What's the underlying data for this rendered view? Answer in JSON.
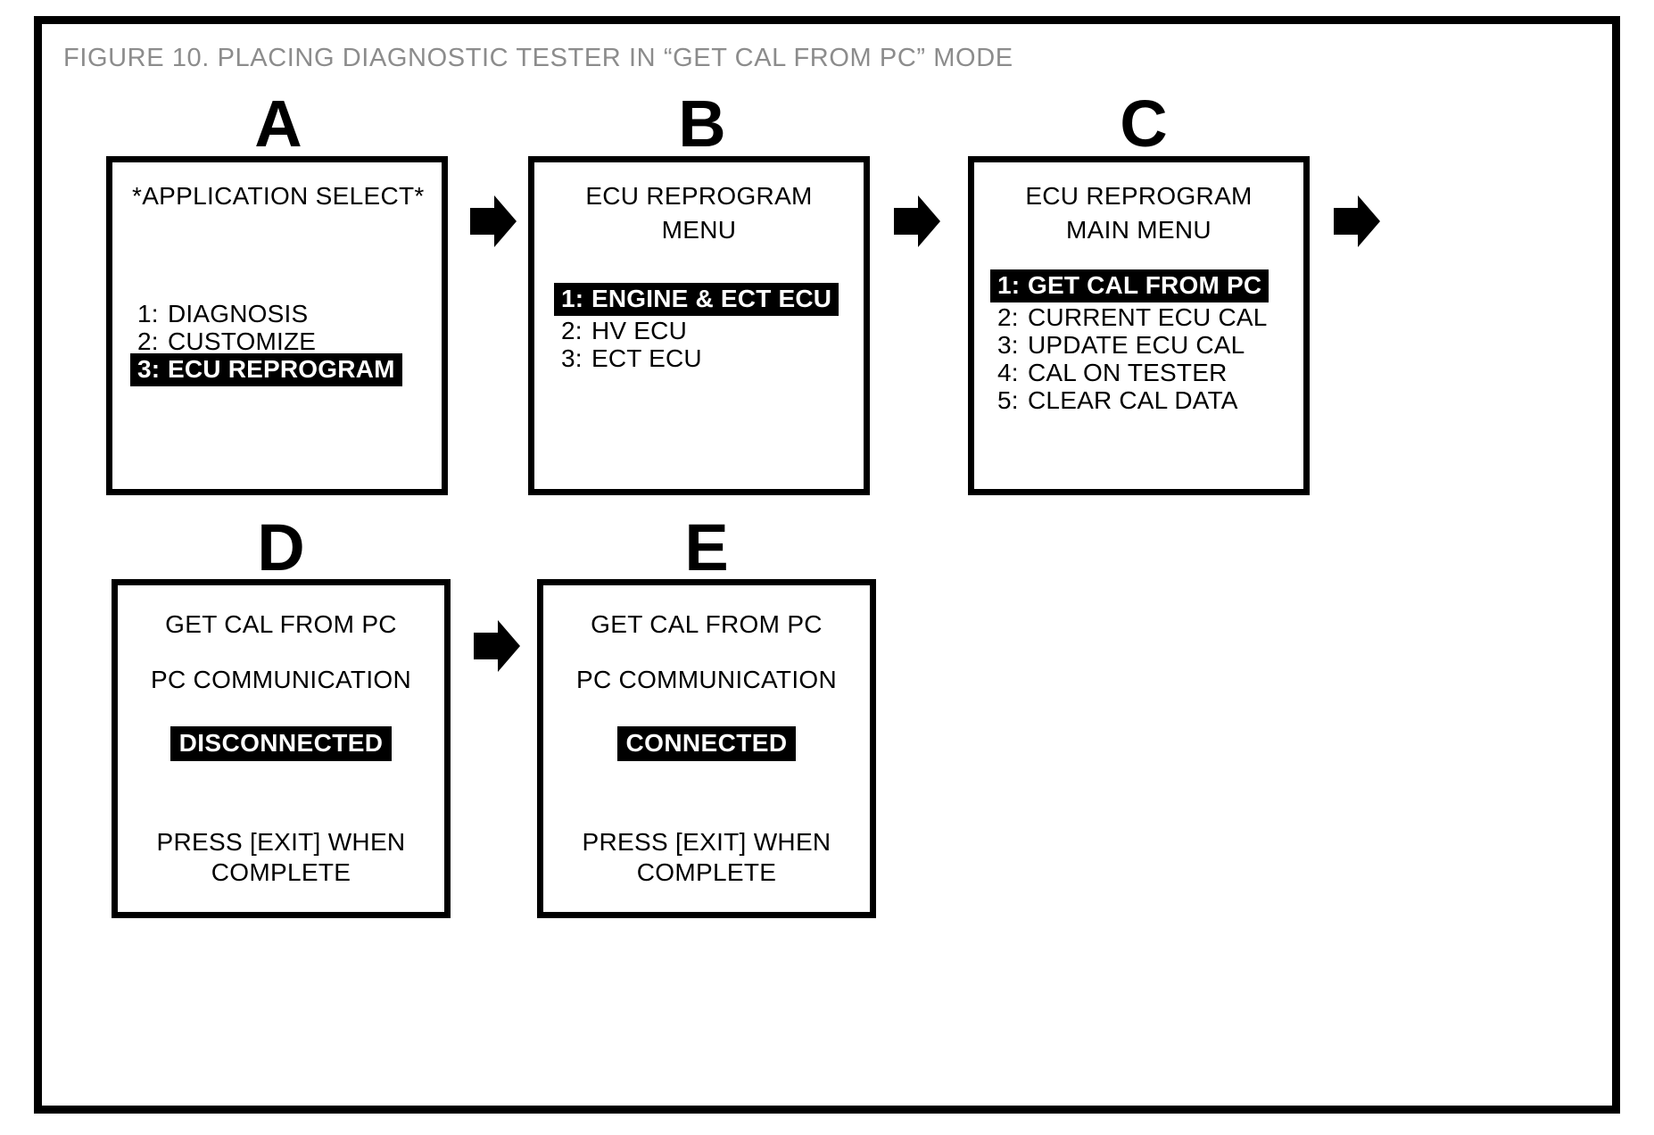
{
  "figure": {
    "title": "FIGURE 10.  PLACING DIAGNOSTIC TESTER IN “GET CAL FROM PC” MODE",
    "title_color": "#8c8c8c",
    "frame_color": "#000000",
    "background": "#ffffff",
    "highlight_bg": "#000000",
    "highlight_fg": "#ffffff"
  },
  "panels": {
    "a": {
      "letter": "A",
      "header": "*APPLICATION SELECT*",
      "items": [
        {
          "num": "1:",
          "label": "DIAGNOSIS",
          "highlighted": false
        },
        {
          "num": "2:",
          "label": "CUSTOMIZE",
          "highlighted": false
        },
        {
          "num": "3:",
          "label": "ECU REPROGRAM",
          "highlighted": true
        }
      ]
    },
    "b": {
      "letter": "B",
      "header_line1": "ECU REPROGRAM",
      "header_line2": "MENU",
      "items": [
        {
          "num": "1:",
          "label": "ENGINE & ECT ECU",
          "highlighted": true
        },
        {
          "num": "2:",
          "label": "HV ECU",
          "highlighted": false
        },
        {
          "num": "3:",
          "label": "ECT ECU",
          "highlighted": false
        }
      ]
    },
    "c": {
      "letter": "C",
      "header_line1": "ECU REPROGRAM",
      "header_line2": "MAIN MENU",
      "items": [
        {
          "num": "1:",
          "label": "GET CAL FROM PC",
          "highlighted": true
        },
        {
          "num": "2:",
          "label": "CURRENT ECU CAL",
          "highlighted": false
        },
        {
          "num": "3:",
          "label": "UPDATE ECU CAL",
          "highlighted": false
        },
        {
          "num": "4:",
          "label": "CAL ON TESTER",
          "highlighted": false
        },
        {
          "num": "5:",
          "label": "CLEAR CAL DATA",
          "highlighted": false
        }
      ]
    },
    "d": {
      "letter": "D",
      "line1": "GET CAL FROM PC",
      "line2": "PC COMMUNICATION",
      "status": "DISCONNECTED",
      "footer_line1": "PRESS [EXIT] WHEN",
      "footer_line2": "COMPLETE"
    },
    "e": {
      "letter": "E",
      "line1": "GET CAL FROM PC",
      "line2": "PC COMMUNICATION",
      "status": "CONNECTED",
      "footer_line1": "PRESS [EXIT] WHEN",
      "footer_line2": "COMPLETE"
    }
  },
  "arrows": [
    {
      "name": "arrow-a-to-b"
    },
    {
      "name": "arrow-b-to-c"
    },
    {
      "name": "arrow-c-to-d"
    },
    {
      "name": "arrow-d-to-e"
    }
  ]
}
